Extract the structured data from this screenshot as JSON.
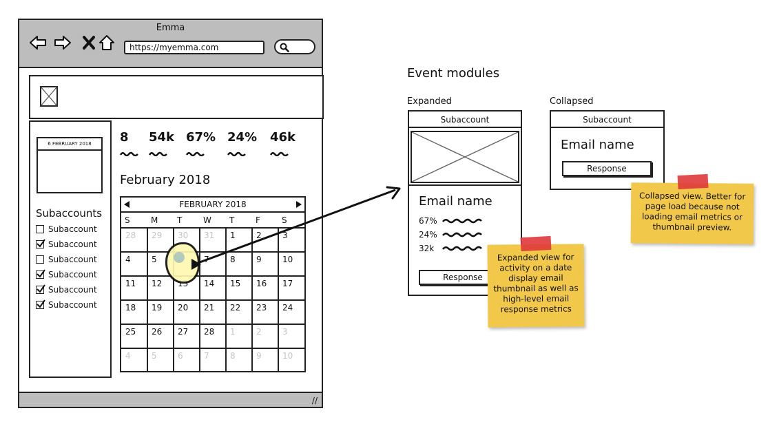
{
  "browser": {
    "title": "Emma",
    "url": "https://myemma.com"
  },
  "sidebar": {
    "mini_calendar_header": "6 FEBRUARY 2018",
    "title": "Subaccounts",
    "items": [
      {
        "label": "Subaccount",
        "checked": false
      },
      {
        "label": "Subaccount",
        "checked": true
      },
      {
        "label": "Subaccount",
        "checked": false
      },
      {
        "label": "Subaccount",
        "checked": true
      },
      {
        "label": "Subaccount",
        "checked": true
      },
      {
        "label": "Subaccount",
        "checked": true
      }
    ]
  },
  "stats": [
    "8",
    "54k",
    "67%",
    "24%",
    "46k"
  ],
  "month_title": "February 2018",
  "calendar": {
    "header": "FEBRUARY 2018",
    "weekdays": [
      "S",
      "M",
      "T",
      "W",
      "T",
      "F",
      "S"
    ],
    "weeks": [
      [
        "28",
        "29",
        "30",
        "31",
        "1",
        "2",
        "3"
      ],
      [
        "4",
        "5",
        "6",
        "7",
        "8",
        "9",
        "10"
      ],
      [
        "11",
        "12",
        "13",
        "14",
        "15",
        "16",
        "17"
      ],
      [
        "18",
        "19",
        "20",
        "21",
        "22",
        "23",
        "24"
      ],
      [
        "25",
        "26",
        "27",
        "28",
        "1",
        "2",
        "3"
      ],
      [
        "4",
        "5",
        "6",
        "7",
        "8",
        "9",
        "10"
      ]
    ],
    "muted": [
      [
        true,
        true,
        true,
        true,
        false,
        false,
        false
      ],
      [
        false,
        false,
        false,
        false,
        false,
        false,
        false
      ],
      [
        false,
        false,
        false,
        false,
        false,
        false,
        false
      ],
      [
        false,
        false,
        false,
        false,
        false,
        false,
        false
      ],
      [
        false,
        false,
        false,
        false,
        true,
        true,
        true
      ],
      [
        true,
        true,
        true,
        true,
        true,
        true,
        true
      ]
    ]
  },
  "event_modules": {
    "title": "Event modules",
    "expanded_label": "Expanded",
    "collapsed_label": "Collapsed",
    "expanded": {
      "header": "Subaccount",
      "email_name": "Email name",
      "metrics": [
        "67%",
        "24%",
        "32k"
      ],
      "button": "Response"
    },
    "collapsed": {
      "header": "Subaccount",
      "email_name": "Email name",
      "button": "Response"
    }
  },
  "notes": {
    "expanded": "Expanded view for activity on a date display email thumbnail as well as high-level email response metrics",
    "collapsed": "Collapsed view. Better for page load because not loading email metrics or thumbnail preview."
  },
  "colors": {
    "chrome_gray": "#bdbdbd",
    "sticky_note": "#f2c84b",
    "tape_red": "#e0383b",
    "highlight_yellow": "#fff8b0"
  }
}
